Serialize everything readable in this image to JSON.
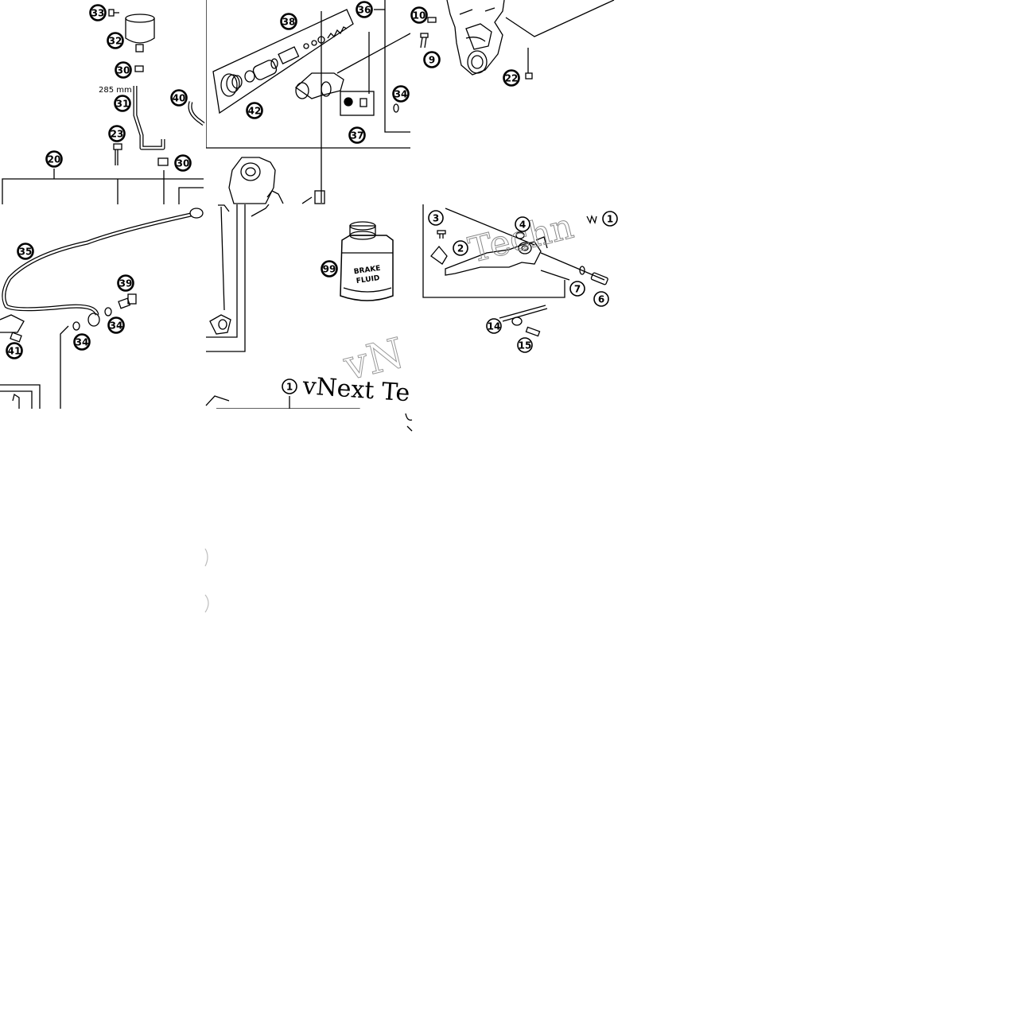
{
  "diagram": {
    "dimension_label": "285 mm",
    "brake_fluid_label": [
      "BRAKE",
      "FLUID"
    ],
    "watermarks": {
      "serif": "vNext Te",
      "outline_1": "Techn",
      "outline_2": "vN"
    },
    "callouts": [
      {
        "id": "c-33-top",
        "label": "33"
      },
      {
        "id": "c-32",
        "label": "32"
      },
      {
        "id": "c-30-top",
        "label": "30"
      },
      {
        "id": "c-31",
        "label": "31"
      },
      {
        "id": "c-23",
        "label": "23"
      },
      {
        "id": "c-30-mid",
        "label": "30"
      },
      {
        "id": "c-20",
        "label": "20"
      },
      {
        "id": "c-40",
        "label": "40"
      },
      {
        "id": "c-38",
        "label": "38"
      },
      {
        "id": "c-42",
        "label": "42"
      },
      {
        "id": "c-36",
        "label": "36"
      },
      {
        "id": "c-37",
        "label": "37"
      },
      {
        "id": "c-34-top",
        "label": "34"
      },
      {
        "id": "c-10",
        "label": "10"
      },
      {
        "id": "c-9",
        "label": "9"
      },
      {
        "id": "c-22",
        "label": "22"
      },
      {
        "id": "c-35",
        "label": "35"
      },
      {
        "id": "c-39",
        "label": "39"
      },
      {
        "id": "c-34-a",
        "label": "34"
      },
      {
        "id": "c-34-b",
        "label": "34"
      },
      {
        "id": "c-41",
        "label": "41"
      },
      {
        "id": "c-99",
        "label": "99"
      },
      {
        "id": "c-3",
        "label": "3"
      },
      {
        "id": "c-4",
        "label": "4"
      },
      {
        "id": "c-2",
        "label": "2"
      },
      {
        "id": "c-7",
        "label": "7"
      },
      {
        "id": "c-6",
        "label": "6"
      },
      {
        "id": "c-14",
        "label": "14"
      },
      {
        "id": "c-15",
        "label": "15"
      },
      {
        "id": "c-1",
        "label": "1"
      },
      {
        "id": "c-1-partial",
        "label": "1"
      }
    ]
  }
}
